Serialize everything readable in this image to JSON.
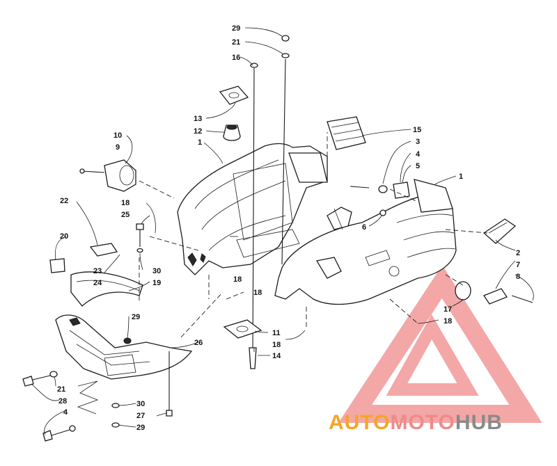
{
  "diagram": {
    "callouts": [
      {
        "id": "c29a",
        "text": "29"
      },
      {
        "id": "c21a",
        "text": "21"
      },
      {
        "id": "c16",
        "text": "16"
      },
      {
        "id": "c13",
        "text": "13"
      },
      {
        "id": "c12",
        "text": "12"
      },
      {
        "id": "c1a",
        "text": "1"
      },
      {
        "id": "c10",
        "text": "10"
      },
      {
        "id": "c9",
        "text": "9"
      },
      {
        "id": "c15",
        "text": "15"
      },
      {
        "id": "c3",
        "text": "3"
      },
      {
        "id": "c4a",
        "text": "4"
      },
      {
        "id": "c5",
        "text": "5"
      },
      {
        "id": "c1b",
        "text": "1"
      },
      {
        "id": "c22",
        "text": "22"
      },
      {
        "id": "c18a",
        "text": "18"
      },
      {
        "id": "c25",
        "text": "25"
      },
      {
        "id": "c6",
        "text": "6"
      },
      {
        "id": "c20",
        "text": "20"
      },
      {
        "id": "c23",
        "text": "23"
      },
      {
        "id": "c24",
        "text": "24"
      },
      {
        "id": "c30a",
        "text": "30"
      },
      {
        "id": "c19",
        "text": "19"
      },
      {
        "id": "c18b",
        "text": "18"
      },
      {
        "id": "c18c",
        "text": "18"
      },
      {
        "id": "c2",
        "text": "2"
      },
      {
        "id": "c7",
        "text": "7"
      },
      {
        "id": "c8",
        "text": "8"
      },
      {
        "id": "c17",
        "text": "17"
      },
      {
        "id": "c18d",
        "text": "18"
      },
      {
        "id": "c29b",
        "text": "29"
      },
      {
        "id": "c11",
        "text": "11"
      },
      {
        "id": "c18e",
        "text": "18"
      },
      {
        "id": "c26",
        "text": "26"
      },
      {
        "id": "c14",
        "text": "14"
      },
      {
        "id": "c21b",
        "text": "21"
      },
      {
        "id": "c28",
        "text": "28"
      },
      {
        "id": "c4b",
        "text": "4"
      },
      {
        "id": "c30b",
        "text": "30"
      },
      {
        "id": "c27",
        "text": "27"
      },
      {
        "id": "c29c",
        "text": "29"
      }
    ]
  },
  "watermark": {
    "part1": "AUTO",
    "part2": "MOTO",
    "part3": "HUB",
    "color_primary": "#f08a8a",
    "color_accent": "#f5a623",
    "color_gray": "#8a8a8a"
  },
  "colors": {
    "line": "#1a1a1a",
    "background": "#ffffff"
  }
}
